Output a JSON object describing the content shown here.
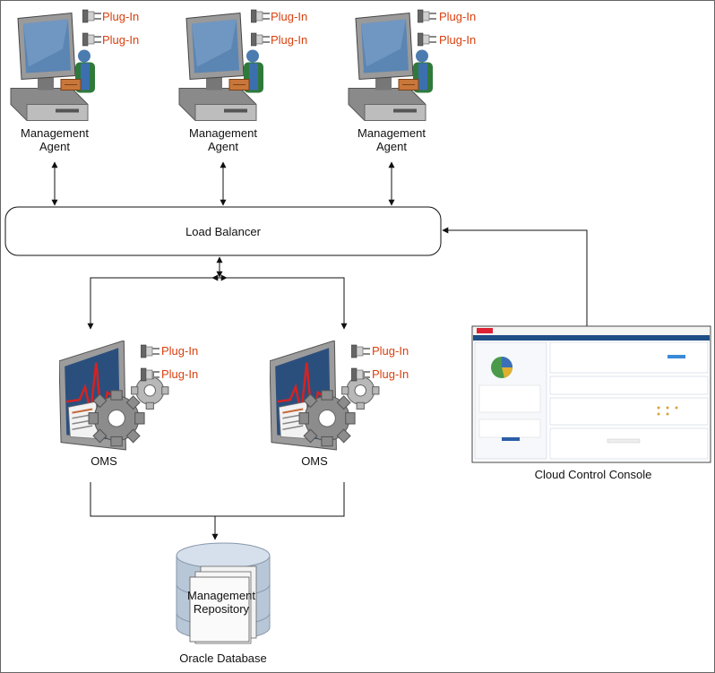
{
  "colors": {
    "plugin_text": "#d9400f",
    "connector": "#111111",
    "border": "#666666",
    "console_bar": "#1f4d86",
    "monitor_screen": "#4f82b8",
    "repository": "#b8c7d8"
  },
  "agents": [
    {
      "line1": "Management",
      "line2": "Agent",
      "plugins": [
        "Plug-In",
        "Plug-In"
      ]
    },
    {
      "line1": "Management",
      "line2": "Agent",
      "plugins": [
        "Plug-In",
        "Plug-In"
      ]
    },
    {
      "line1": "Management",
      "line2": "Agent",
      "plugins": [
        "Plug-In",
        "Plug-In"
      ]
    }
  ],
  "load_balancer": {
    "label": "Load Balancer"
  },
  "oms": [
    {
      "label": "OMS",
      "plugins": [
        "Plug-In",
        "Plug-In"
      ]
    },
    {
      "label": "OMS",
      "plugins": [
        "Plug-In",
        "Plug-In"
      ]
    }
  ],
  "console": {
    "label": "Cloud Control Console"
  },
  "repository": {
    "line1": "Management",
    "line2": "Repository",
    "database_label": "Oracle Database"
  }
}
